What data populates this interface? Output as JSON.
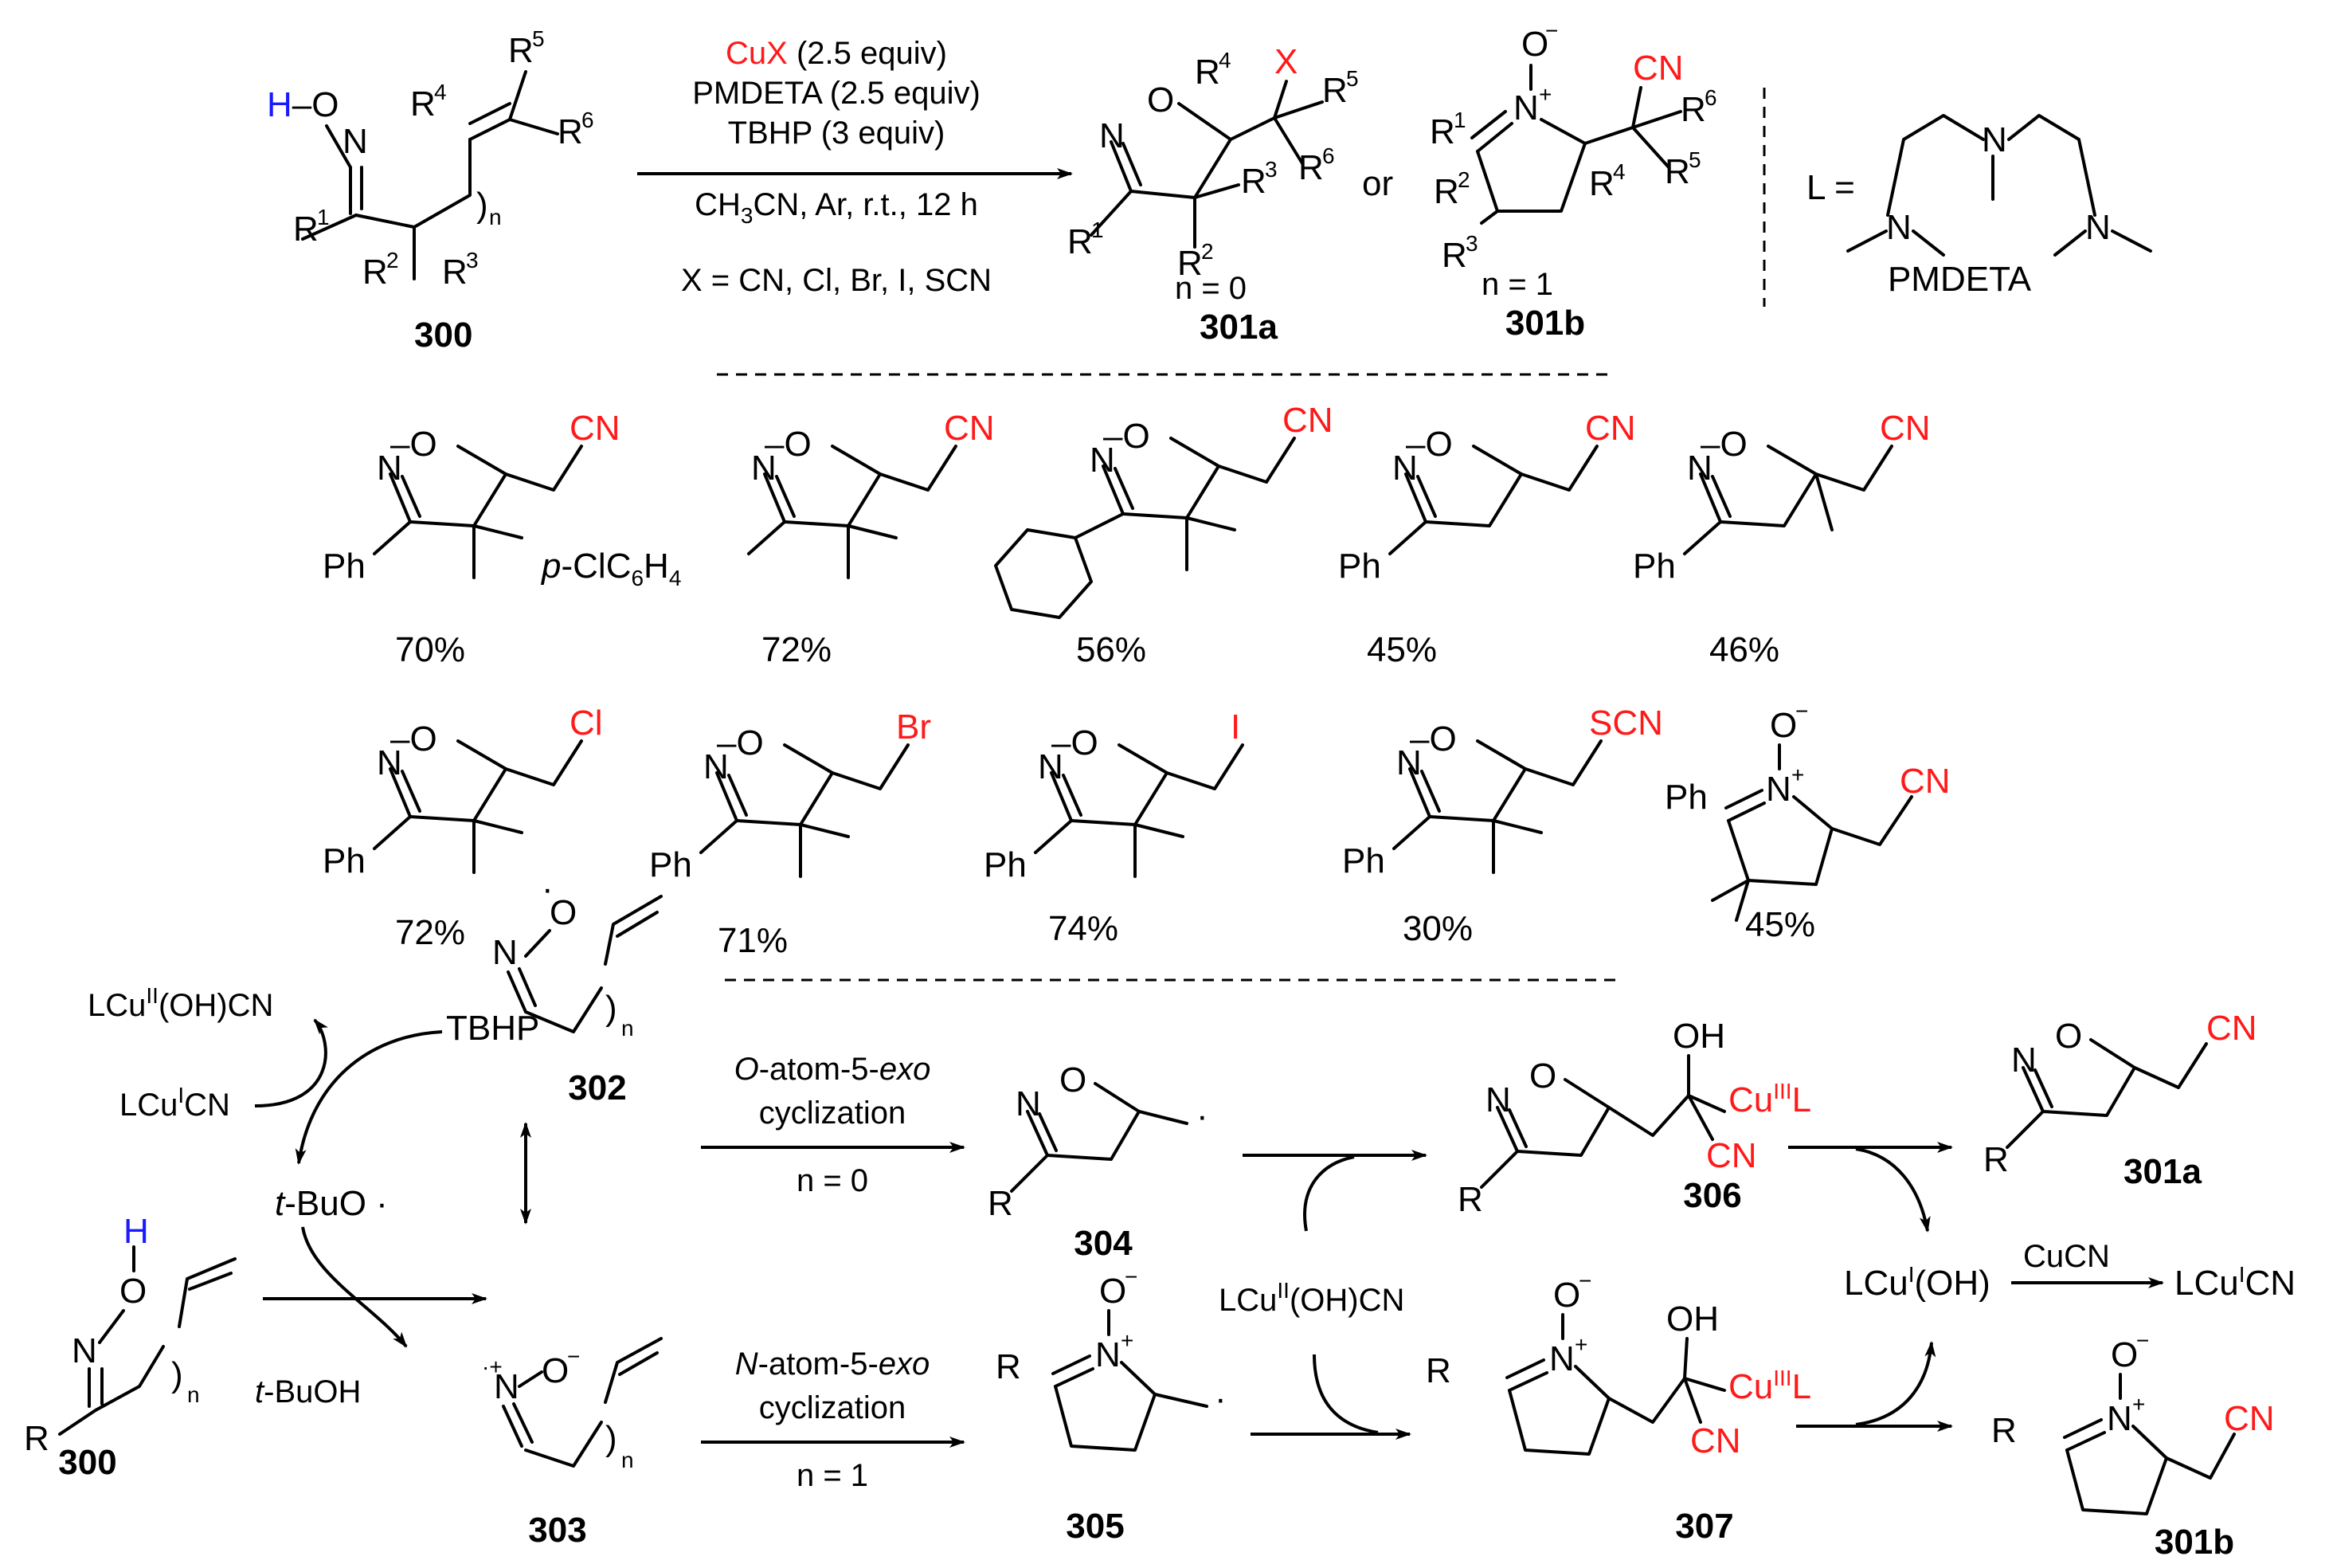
{
  "colors": {
    "reagent_accent": "#ff1a1a",
    "hydrogen": "#1a1aff",
    "ink": "#000000"
  },
  "reaction": {
    "substrate_id": "300",
    "conditions_top": [
      "CuX (2.5 equiv)",
      "PMDETA (2.5 equiv)",
      "TBHP (3 equiv)"
    ],
    "cux_red": "CuX",
    "cux_rest": " (2.5 equiv)",
    "solvent_line": "CH3CN, Ar, r.t., 12 h",
    "x_line": "X = CN, Cl, Br, I, SCN",
    "or_text": "or",
    "product_a": {
      "id": "301a",
      "condition": "n = 0"
    },
    "product_b": {
      "id": "301b",
      "condition": "n = 1"
    },
    "ligand_label": "L =",
    "ligand_name": "PMDETA"
  },
  "examples": [
    {
      "aryl": "Ph",
      "group": "CN",
      "yield": "70%"
    },
    {
      "aryl": "p-ClC6H4",
      "group": "CN",
      "yield": "72%"
    },
    {
      "aryl": "cyclohexyl",
      "group": "CN",
      "yield": "56%"
    },
    {
      "aryl": "Ph",
      "group": "CN",
      "yield": "45%"
    },
    {
      "aryl": "Ph",
      "group": "CN",
      "yield": "46%"
    },
    {
      "aryl": "Ph",
      "group": "Cl",
      "yield": "72%"
    },
    {
      "aryl": "Ph",
      "group": "Br",
      "yield": "71%"
    },
    {
      "aryl": "Ph",
      "group": "I",
      "yield": "74%"
    },
    {
      "aryl": "Ph",
      "group": "SCN",
      "yield": "30%"
    },
    {
      "aryl": "Ph",
      "group": "CN",
      "yield": "45%"
    }
  ],
  "mechanism": {
    "cu2_species": "LCuII(OH)CN",
    "cu1_species": "LCuICN",
    "tbhp": "TBHP",
    "tbuo": "t-BuO",
    "tbuoh": "t-BuOH",
    "ids": {
      "s300": "300",
      "s302": "302",
      "s303": "303",
      "s304": "304",
      "s305": "305",
      "s306": "306",
      "s307": "307",
      "p301a": "301a",
      "p301b": "301b"
    },
    "o_cyclization": {
      "line1": "O-atom-5-exo",
      "line2": "cyclization",
      "line3": "n = 0"
    },
    "n_cyclization": {
      "line1": "N-atom-5-exo",
      "line2": "cyclization",
      "line3": "n = 1"
    },
    "cu_mid": "LCuII(OH)CN",
    "cu_hydroxide": "LCuI(OH)",
    "cucn": "CuCN",
    "cu_final": "LCuICN",
    "cu3_label": "CuIIIL"
  }
}
